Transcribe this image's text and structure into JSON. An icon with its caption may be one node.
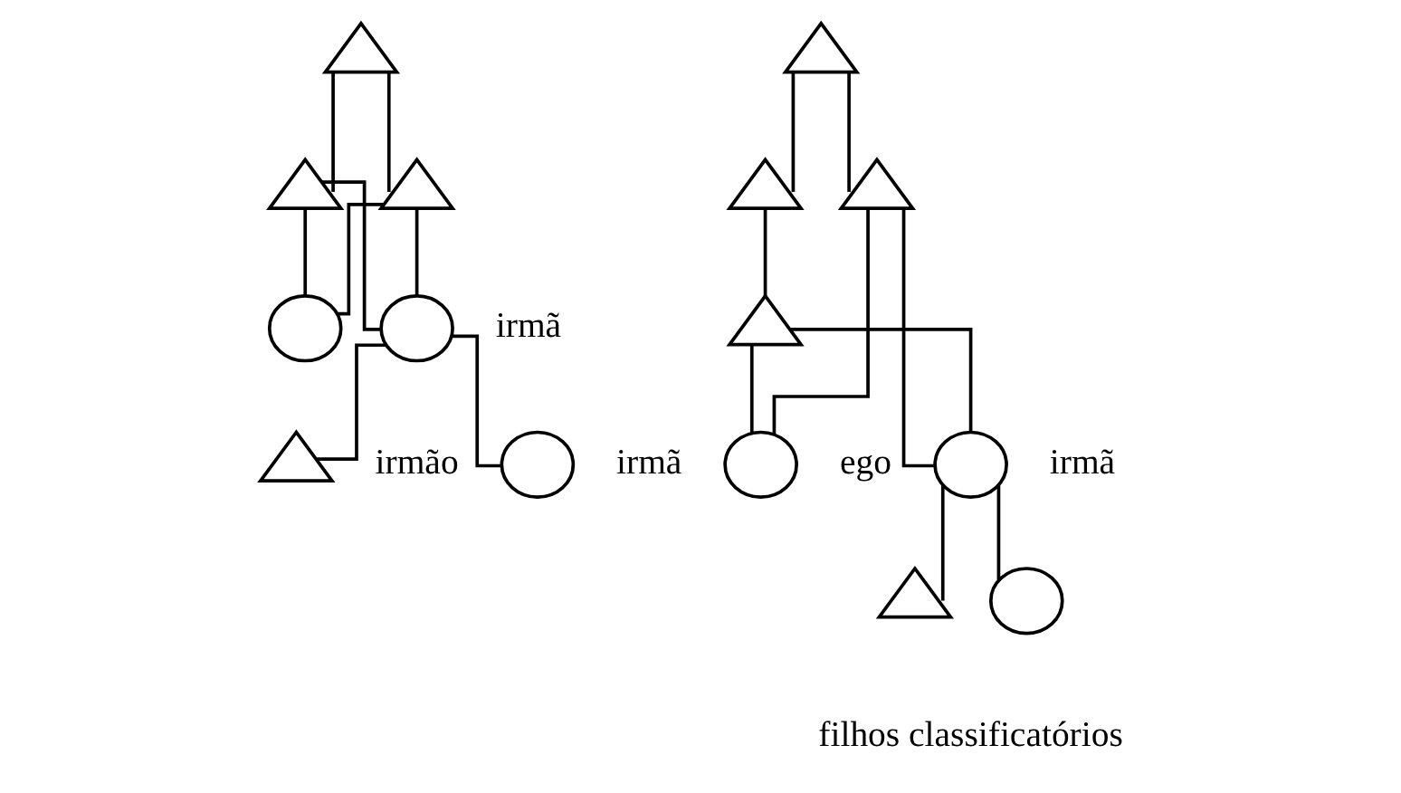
{
  "diagram": {
    "nodes": [
      {
        "text": [],
        "shape": "triangle"
      },
      {
        "text": [],
        "shape": "triangle"
      },
      {
        "text": [],
        "shape": "triangle"
      },
      {
        "text": [],
        "shape": "ellipse"
      },
      {
        "text": [],
        "shape": "ellipse",
        "beside": [
          "irmã"
        ]
      },
      {
        "text": [],
        "shape": "triangle",
        "beside": [
          "irmão"
        ]
      },
      {
        "text": [],
        "shape": "ellipse",
        "beside": [
          "irmã"
        ]
      },
      {
        "text": [],
        "shape": "triangle"
      },
      {
        "text": [],
        "shape": "triangle"
      },
      {
        "text": [],
        "shape": "triangle"
      },
      {
        "text": [],
        "shape": "triangle"
      },
      {
        "text": [],
        "shape": "ellipse",
        "beside": [
          "ego"
        ]
      },
      {
        "text": [],
        "shape": "ellipse",
        "beside": [
          "irmã"
        ]
      },
      {
        "text": [],
        "shape": "triangle"
      },
      {
        "text": [],
        "shape": "ellipse"
      }
    ],
    "edges": [
      {
        "from": 0,
        "to": 1,
        "arrow": "none"
      },
      {
        "from": 0,
        "to": 2,
        "arrow": "none"
      },
      {
        "from": 2,
        "to": 3,
        "arrow": "none"
      },
      {
        "from": 2,
        "to": 4,
        "arrow": "none"
      },
      {
        "from": 1,
        "to": 3,
        "arrow": "none"
      },
      {
        "from": 1,
        "to": 4,
        "arrow": "none"
      },
      {
        "from": 4,
        "to": 5,
        "arrow": "none"
      },
      {
        "from": 4,
        "to": 6,
        "arrow": "none"
      },
      {
        "from": 7,
        "to": 8,
        "arrow": "none"
      },
      {
        "from": 7,
        "to": 9,
        "arrow": "none"
      },
      {
        "from": 8,
        "to": 10,
        "arrow": "none"
      },
      {
        "from": 10,
        "to": 11,
        "arrow": "none"
      },
      {
        "from": 10,
        "to": 12,
        "arrow": "none"
      },
      {
        "from": 9,
        "to": 11,
        "arrow": "none"
      },
      {
        "from": 9,
        "to": 12,
        "arrow": "none"
      },
      {
        "from": 12,
        "to": 13,
        "arrow": "none"
      },
      {
        "from": 12,
        "to": 14,
        "arrow": "none"
      }
    ],
    "labels": [
      "filhos classificatórios"
    ]
  }
}
